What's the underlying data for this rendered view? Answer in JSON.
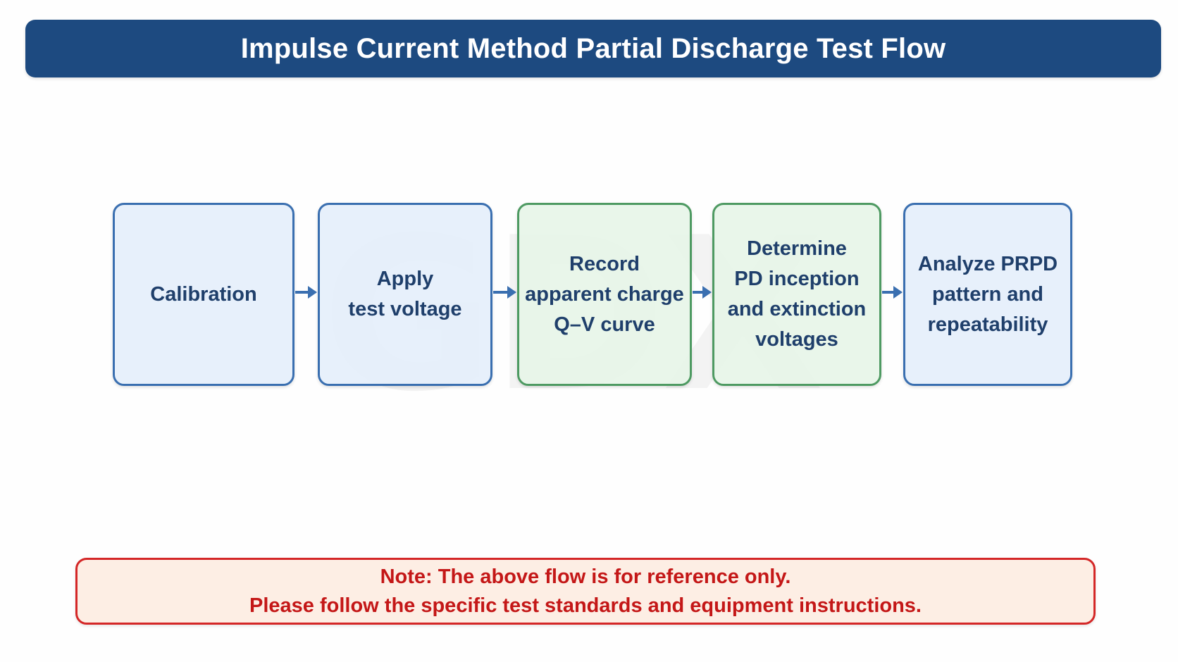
{
  "header": {
    "title": "Impulse Current Method Partial Discharge Test Flow"
  },
  "watermark": {
    "text": "GDX"
  },
  "flow": {
    "steps": [
      {
        "label": "Calibration",
        "theme": "blue"
      },
      {
        "label": "Apply\ntest voltage",
        "theme": "blue"
      },
      {
        "label": "Record\napparent charge\nQ–V curve",
        "theme": "green"
      },
      {
        "label": "Determine\nPD inception\nand extinction\nvoltages",
        "theme": "green"
      },
      {
        "label": "Analyze PRPD\npattern and\nrepeatability",
        "theme": "blue"
      }
    ],
    "arrow_icon": "arrow-right-icon"
  },
  "note": {
    "line1": "Note: The above flow is for reference only.",
    "line2": "Please follow the specific test standards and equipment instructions."
  },
  "colors": {
    "title_bg": "#1d4a80",
    "step_blue_border": "#3a6fb0",
    "step_green_border": "#4e9a62",
    "arrow": "#3a6fb0",
    "note_border": "#d42727",
    "note_text": "#c41717"
  }
}
